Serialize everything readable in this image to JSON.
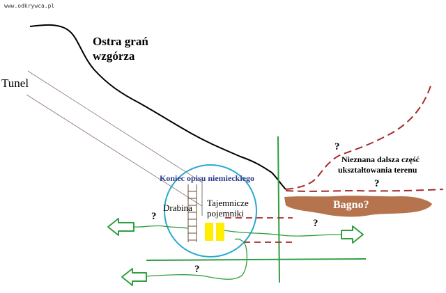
{
  "watermark": "www.odkrywca.pl",
  "labels": {
    "ridge_line1": "Ostra grań",
    "ridge_line2": "wzgórza",
    "tunnel": "Tunel",
    "unknown_line1": "Nieznana dalsza część",
    "unknown_line2": "ukształtowania terenu",
    "german_description_end": "Koniec opisu niemieckiego",
    "ladder": "Drabina",
    "containers_line1": "Tajemnicze",
    "containers_line2": "pojemniki",
    "swamp": "Bagno?"
  },
  "question_marks": [
    "?",
    "?",
    "?",
    "?",
    "?"
  ],
  "colors": {
    "ridge": "#000000",
    "tunnel_lines": "#8a6f6f",
    "dashed_terrain": "#a52a2a",
    "swamp_fill": "#b5734e",
    "circle": "#2aa8d0",
    "green_lines": "#2e9e3e",
    "containers": "#ffee00",
    "ladder": "#6b4a3a",
    "koniec_text": "#2e3a8c"
  },
  "icons": {
    "arrows": [
      "arrow-left-icon",
      "arrow-right-icon",
      "arrow-left-icon"
    ]
  }
}
